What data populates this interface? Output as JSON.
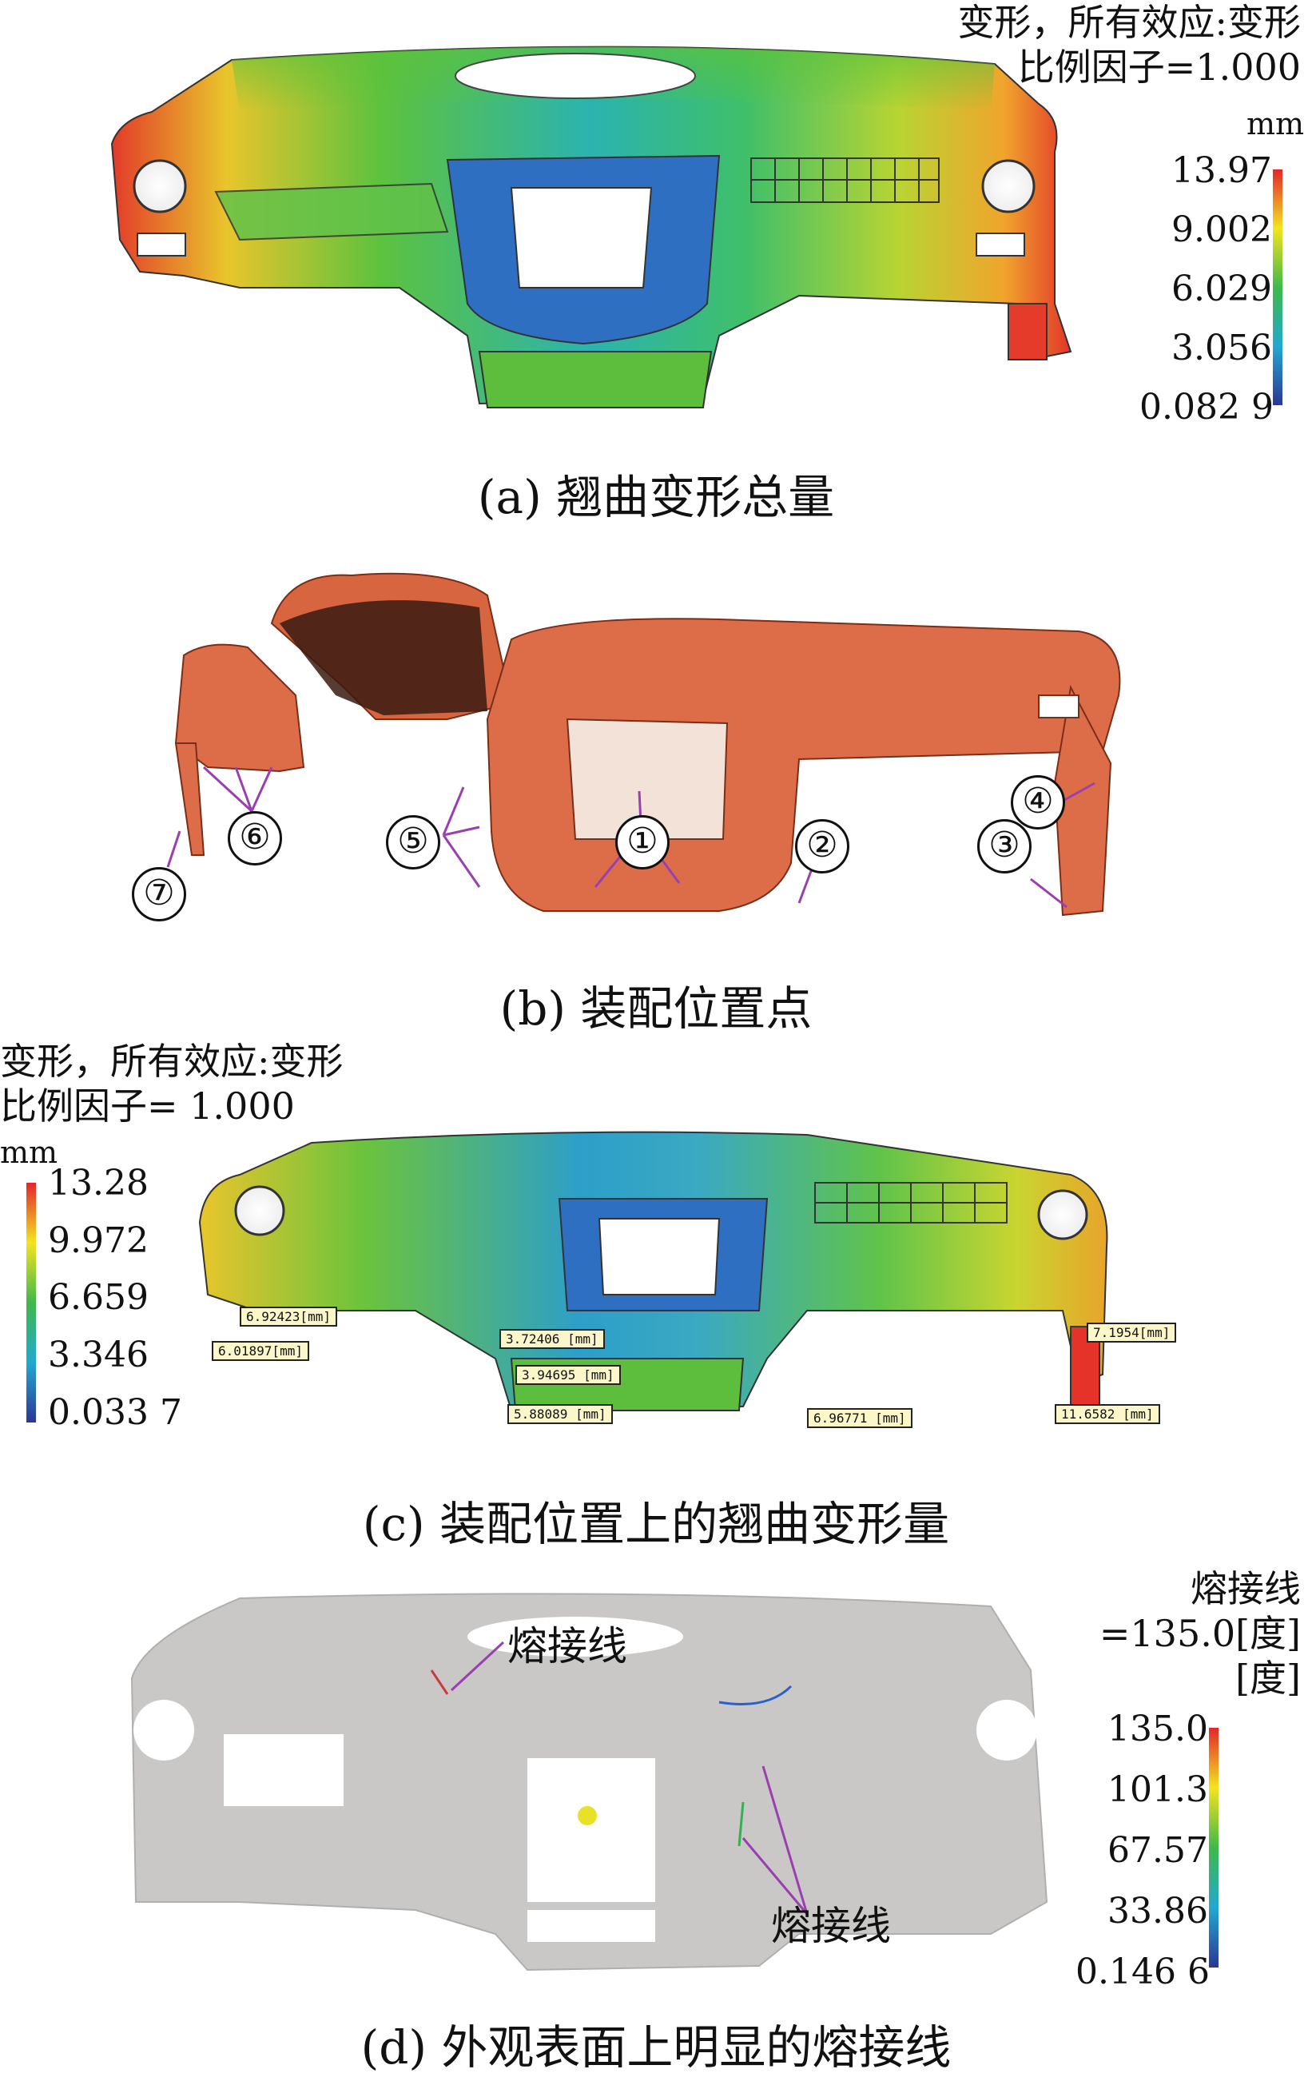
{
  "panel_a": {
    "info_line1": "变形，所有效应:变形",
    "info_line2": "比例因子=1.000",
    "unit": "mm",
    "ticks": [
      "13.97",
      "9.002",
      "6.029",
      "3.056",
      "0.082 9"
    ],
    "caption": "(a) 翘曲变形总量"
  },
  "panel_b": {
    "markers": [
      "①",
      "②",
      "③",
      "④",
      "⑤",
      "⑥",
      "⑦"
    ],
    "caption": "(b) 装配位置点",
    "part_color": "#dd6d48"
  },
  "panel_c": {
    "info_line1": "变形，所有效应:变形",
    "info_line2": "比例因子= 1.000",
    "unit": "mm",
    "ticks": [
      "13.28",
      "9.972",
      "6.659",
      "3.346",
      "0.033 7"
    ],
    "labels": [
      "6.92423[mm]",
      "6.01897[mm]",
      "3.72406 [mm]",
      "3.94695 [mm]",
      "5.88089 [mm]",
      "6.96771 [mm]",
      "7.1954[mm]",
      "11.6582 [mm]"
    ],
    "caption": "(c) 装配位置上的翘曲变形量"
  },
  "panel_d": {
    "legend_title1": "熔接线",
    "legend_title2": "=135.0[度]",
    "legend_unit": "[度]",
    "ticks": [
      "135.0",
      "101.3",
      "67.57",
      "33.86",
      "0.146 6"
    ],
    "weld_label_top": "熔接线",
    "weld_label_bottom": "熔接线",
    "caption": "(d) 外观表面上明显的熔接线"
  }
}
